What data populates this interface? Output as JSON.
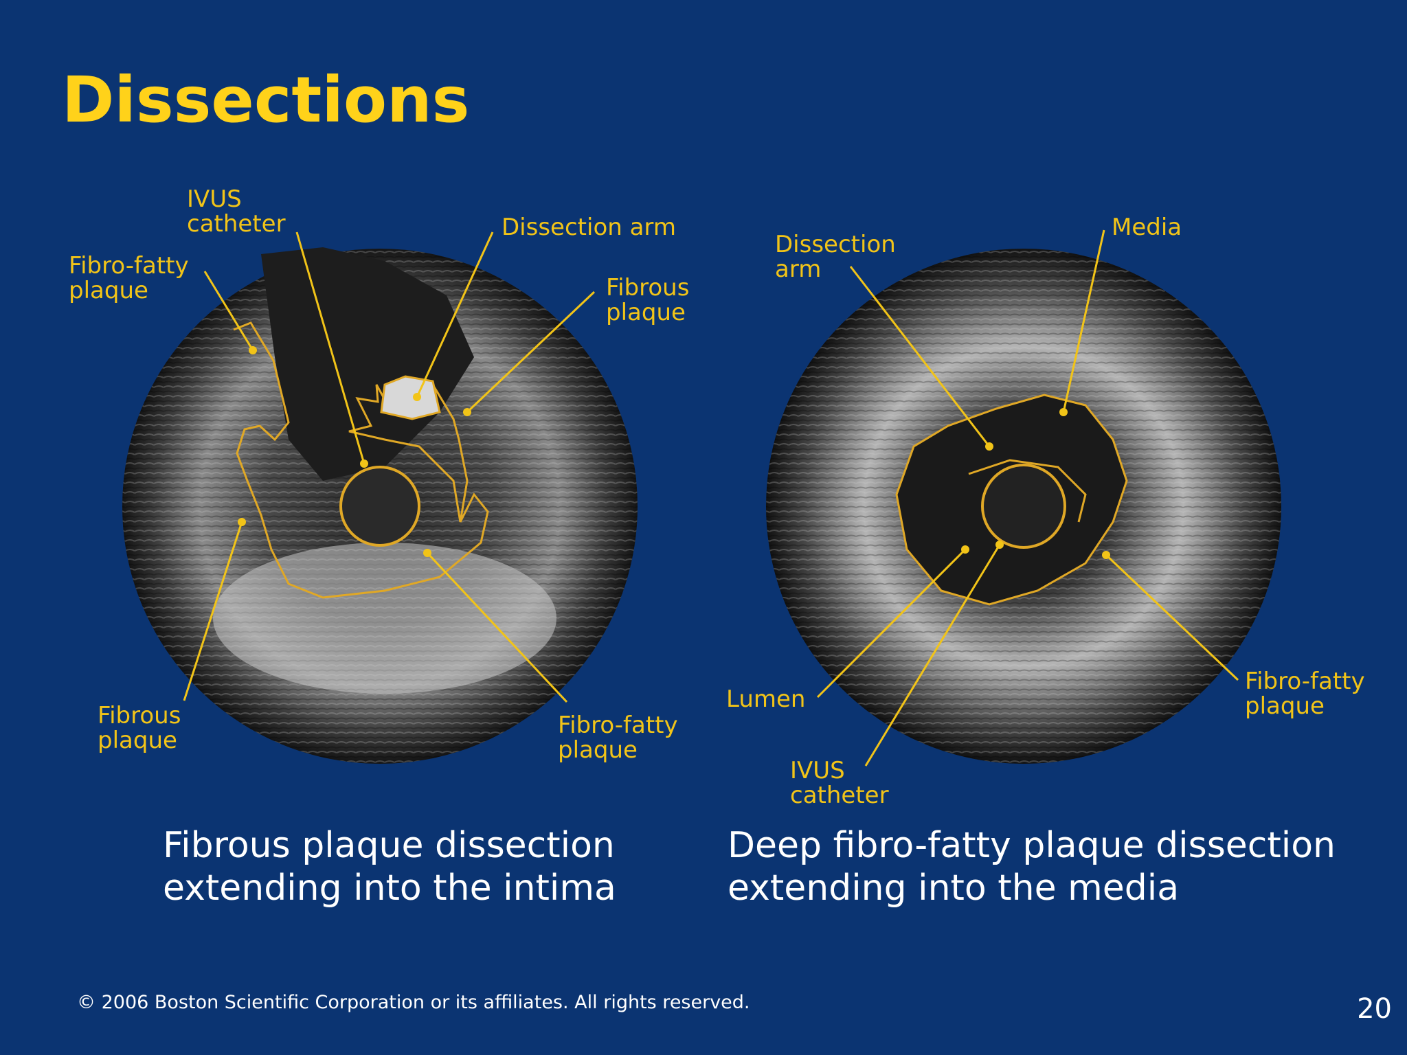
{
  "slide": {
    "title": "Dissections",
    "footer": "© 2006 Boston Scientific Corporation or its affiliates.  All rights reserved.",
    "page_number": "20"
  },
  "colors": {
    "background": "#0b3472",
    "title": "#ffd21a",
    "label": "#f2c418",
    "caption": "#ffffff"
  },
  "left_image": {
    "labels": {
      "ivus_catheter": "IVUS\ncatheter",
      "fibro_fatty_top": "Fibro-fatty\nplaque",
      "dissection_arm": "Dissection arm",
      "fibrous_top": "Fibrous\nplaque",
      "fibrous_bottom": "Fibrous\nplaque",
      "fibro_fatty_bottom": "Fibro-fatty\nplaque"
    },
    "caption": "Fibrous plaque dissection\nextending into the intima"
  },
  "right_image": {
    "labels": {
      "dissection_arm": "Dissection\narm",
      "media": "Media",
      "lumen": "Lumen",
      "ivus_catheter": "IVUS\ncatheter",
      "fibro_fatty": "Fibro-fatty\nplaque"
    },
    "caption": "Deep fibro-fatty plaque dissection\nextending into the media"
  }
}
